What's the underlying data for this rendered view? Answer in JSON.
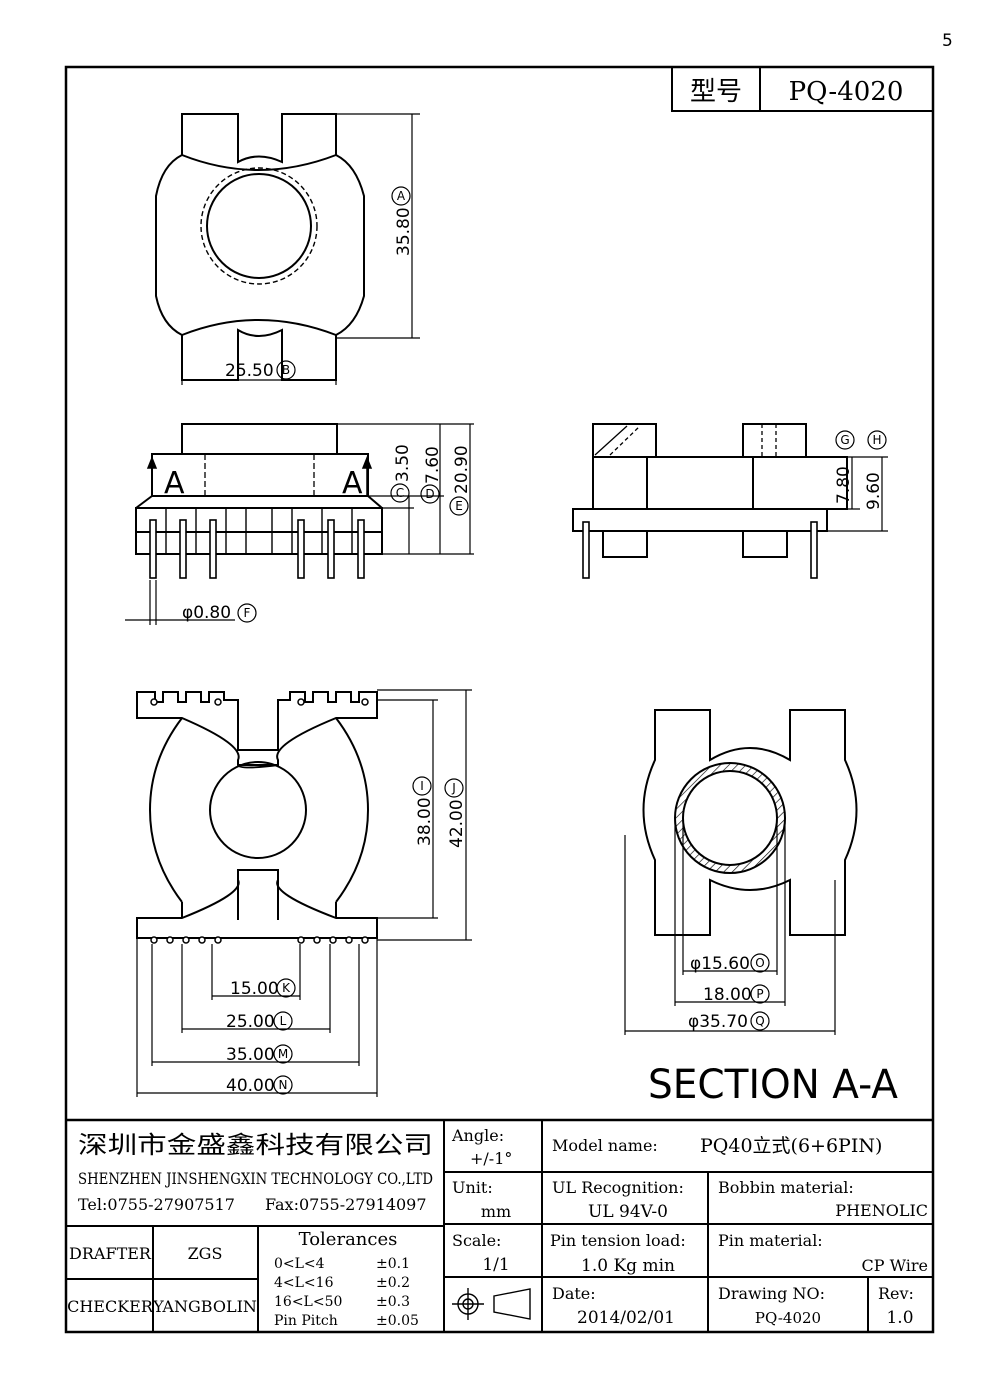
{
  "page": {
    "corner_mark": "5"
  },
  "title_box": {
    "label": "型号",
    "model": "PQ-4020"
  },
  "dimensions": {
    "top_height": {
      "value": "35.80",
      "tag": "A"
    },
    "top_width": {
      "value": "25.50",
      "tag": "B"
    },
    "front_c": {
      "value": "3.50",
      "tag": "C"
    },
    "front_d": {
      "value": "7.60",
      "tag": "D"
    },
    "front_e": {
      "value": "20.90",
      "tag": "E"
    },
    "pin_dia": {
      "value": "φ0.80",
      "tag": "F"
    },
    "side_g": {
      "tag": "G"
    },
    "side_h": {
      "tag": "H"
    },
    "side_78": {
      "value": "7.80"
    },
    "side_96": {
      "value": "9.60"
    },
    "bottom_i": {
      "value": "38.00",
      "tag": "I"
    },
    "bottom_j": {
      "value": "42.00",
      "tag": "J"
    },
    "pitch_k": {
      "value": "15.00",
      "tag": "K"
    },
    "pitch_l": {
      "value": "25.00",
      "tag": "L"
    },
    "pitch_m": {
      "value": "35.00",
      "tag": "M"
    },
    "pitch_n": {
      "value": "40.00",
      "tag": "N"
    },
    "sec_o": {
      "value": "φ15.60",
      "tag": "O"
    },
    "sec_p": {
      "value": "18.00",
      "tag": "P"
    },
    "sec_q": {
      "value": "φ35.70",
      "tag": "Q"
    }
  },
  "section_marks": {
    "left": "A",
    "right": "A"
  },
  "section_label": "SECTION A-A",
  "company": {
    "name_cn": "深圳市金盛鑫科技有限公司",
    "name_en": "SHENZHEN JINSHENGXIN TECHNOLOGY CO.,LTD",
    "tel": "Tel:0755-27907517",
    "fax": "Fax:0755-27914097"
  },
  "people": {
    "drafter_label": "DRAFTER",
    "drafter": "ZGS",
    "checker_label": "CHECKER",
    "checker": "YANGBOLIN"
  },
  "tolerances": {
    "title": "Tolerances",
    "rows": [
      {
        "range": "0<L<4",
        "tol": "±0.1"
      },
      {
        "range": "4<L<16",
        "tol": "±0.2"
      },
      {
        "range": "16<L<50",
        "tol": "±0.3"
      },
      {
        "range": "Pin Pitch",
        "tol": "±0.05"
      }
    ]
  },
  "angle": {
    "label": "Angle:",
    "value": "+/-1°"
  },
  "unit": {
    "label": "Unit:",
    "value": "mm"
  },
  "scale": {
    "label": "Scale:",
    "value": "1/1"
  },
  "model_name": {
    "label": "Model name:",
    "value": "PQ40立式(6+6PIN)"
  },
  "ul": {
    "label": "UL Recognition:",
    "value": "UL 94V-0"
  },
  "bobbin": {
    "label": "Bobbin material:",
    "value": "PHENOLIC"
  },
  "pin_tension": {
    "label": "Pin tension load:",
    "value": "1.0 Kg min"
  },
  "pin_material": {
    "label": "Pin material:",
    "value": "CP Wire"
  },
  "date": {
    "label": "Date:",
    "value": "2014/02/01"
  },
  "drawing_no": {
    "label": "Drawing NO:",
    "value": "PQ-4020"
  },
  "rev": {
    "label": "Rev:",
    "value": "1.0"
  }
}
